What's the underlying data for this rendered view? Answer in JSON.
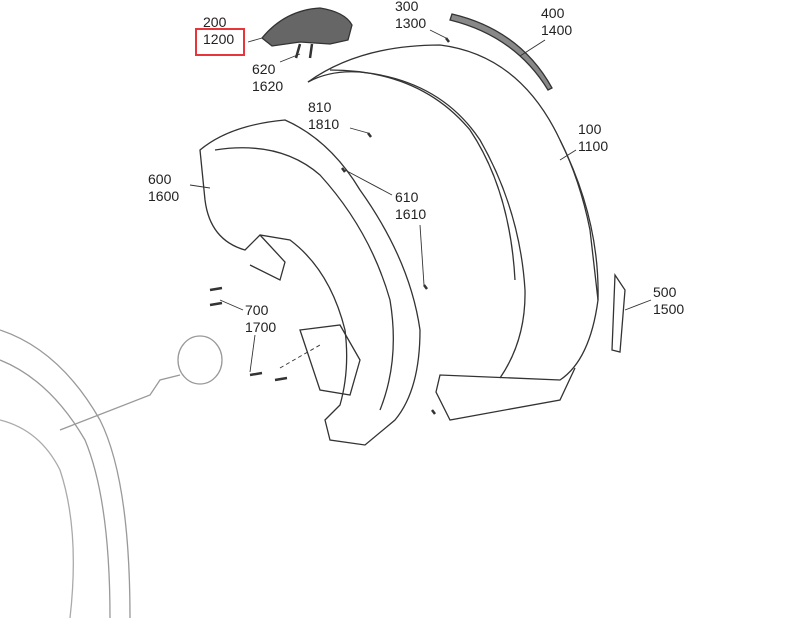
{
  "diagram": {
    "callouts": [
      {
        "id": "p200",
        "lines": [
          "200",
          "1200"
        ],
        "highlighted": true
      },
      {
        "id": "p300",
        "lines": [
          "300",
          "1300"
        ]
      },
      {
        "id": "p400",
        "lines": [
          "400",
          "1400"
        ]
      },
      {
        "id": "p620",
        "lines": [
          "620",
          "1620"
        ]
      },
      {
        "id": "p810",
        "lines": [
          "810",
          "1810"
        ]
      },
      {
        "id": "p100",
        "lines": [
          "100",
          "1100"
        ]
      },
      {
        "id": "p600",
        "lines": [
          "600",
          "1600"
        ]
      },
      {
        "id": "p610",
        "lines": [
          "610",
          "1610"
        ]
      },
      {
        "id": "p500",
        "lines": [
          "500",
          "1500"
        ]
      },
      {
        "id": "p700",
        "lines": [
          "700",
          "1700"
        ]
      }
    ],
    "highlight_color": "#e8343b"
  }
}
